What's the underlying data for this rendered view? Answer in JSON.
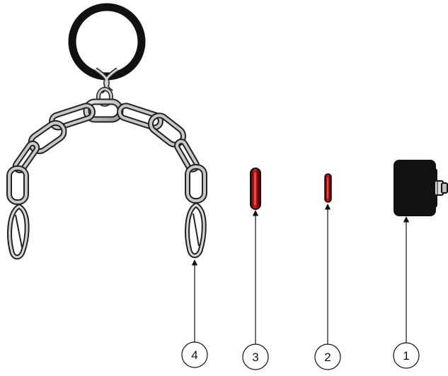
{
  "callouts": [
    {
      "id": "callout-1",
      "label": "1",
      "part": "end-cap"
    },
    {
      "id": "callout-2",
      "label": "2",
      "part": "small-pin"
    },
    {
      "id": "callout-3",
      "label": "3",
      "part": "large-pin"
    },
    {
      "id": "callout-4",
      "label": "4",
      "part": "chain-assembly"
    }
  ],
  "colors": {
    "background": "#ffffff",
    "ring": "#111111",
    "chain_link": "#c8c8c8",
    "chain_outline": "#222222",
    "pin_red": "#b01010",
    "pin_dark": "#3a0505",
    "cap": "#111111",
    "leader_line": "#111111"
  }
}
